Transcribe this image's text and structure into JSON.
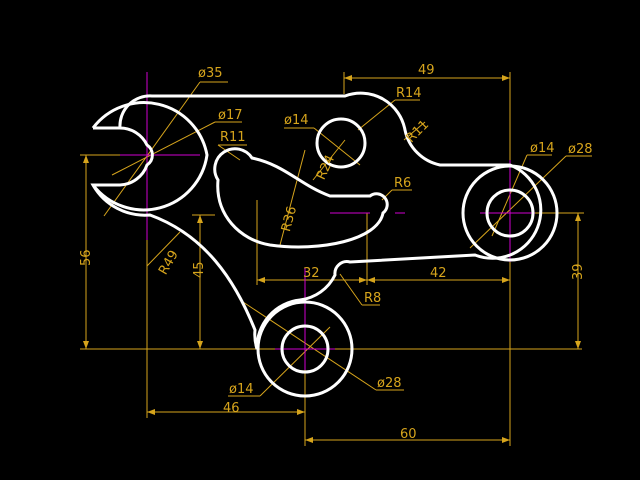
{
  "colors": {
    "background": "#000000",
    "outline": "#ffffff",
    "dimension": "#d6a41c",
    "centerline": "#d000d0"
  },
  "labels": {
    "d35": "ø35",
    "d17": "ø17",
    "r11_top": "R11",
    "d14_mid": "ø14",
    "r14": "R14",
    "r11_right": "R11",
    "d14_right": "ø14",
    "d28_right": "ø28",
    "r24": "R24",
    "r6": "R6",
    "r36": "R36",
    "r49": "R49",
    "d45": "45",
    "d56": "56",
    "d32": "32",
    "d42": "42",
    "d39": "39",
    "r8": "R8",
    "d14_bottom": "ø14",
    "d28_bottom": "ø28",
    "d46": "46",
    "d60": "60",
    "d49": "49"
  }
}
